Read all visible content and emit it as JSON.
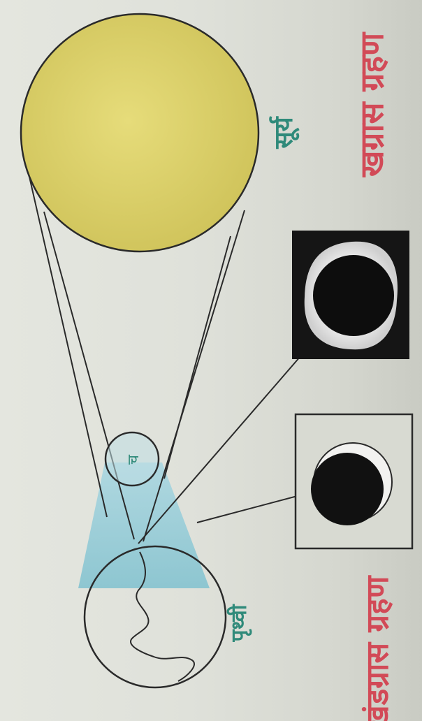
{
  "labels": {
    "sun": "सूर्य",
    "earth": "पृथ्वी",
    "moon": "च",
    "annular_eclipse": "खग्रास ग्रहण",
    "partial_eclipse": "खंडग्रास ग्रहण"
  },
  "colors": {
    "sun_fill": "#d9cf67",
    "shadow_fill": "#8ecbd8",
    "label_red": "#d24a57",
    "label_teal": "#2f8a7a",
    "ink": "#222222",
    "panel_black": "#151515"
  },
  "icons": {
    "sun": "sun-circle",
    "earth": "earth-circle",
    "moon": "moon-circle"
  }
}
